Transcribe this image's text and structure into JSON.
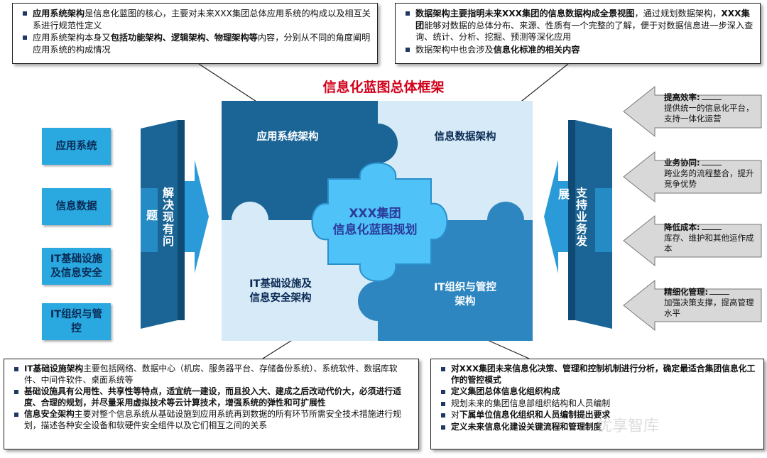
{
  "title": "信息化蓝图总体框架",
  "box_top_left": {
    "items": [
      {
        "bold": "应用系统架构",
        "rest": "是信息化蓝图的核心，主要对未来XXX集团总体应用系统的构成以及相互关系进行规范性定义",
        "bold2": "",
        "rest2": ""
      },
      {
        "bold": "",
        "rest": "应用系统架构本身又",
        "bold2": "包括功能架构、逻辑架构、物理架构等",
        "rest2": "内容，分别从不同的角度阐明应用系统的构成情况"
      }
    ]
  },
  "box_top_right": {
    "items": [
      {
        "b1": "数据架构主要指明未来XXX集团的信息数据构成全景视图",
        "t1": "，通过规划数据架构，",
        "b2": "XXX集团",
        "t2": "能够对数据的总体分布、来源、性质有一个完整的了解，便于对数据信息进一步深入查询、统计、分析、挖掘、预测等深化应用"
      },
      {
        "b1": "",
        "t1": "数据架构中也会涉及",
        "b2": "信息化标准的相关内容",
        "t2": ""
      }
    ]
  },
  "box_bottom_left": {
    "items": [
      {
        "b1": "IT基础设施架构",
        "t1": "主要包括网络、数据中心（机房、服务器平台、存储备份系统）、系统软件、数据库软件、中间件软件、桌面系统等",
        "b2": ""
      },
      {
        "b1": "基础设施具有公用性、共享性等特点，适宜统一建设，而且投入大、建成之后改动代价大，必须进行适度、合理的规划，并尽量采用虚拟技术等云计算技术，增强系统的弹性和可扩展性",
        "t1": "",
        "b2": ""
      },
      {
        "b1": "信息安全架构",
        "t1": "主要对整个信息系统从基础设施到应用系统再到数据的所有环节所需安全技术措施进行规划，描述各种安全设备和软硬件安全组件以及它们相互之间的关系",
        "b2": ""
      }
    ]
  },
  "box_bottom_right": {
    "items": [
      {
        "b1": "对XXX集团未来信息化决策、管理和控制机制进行分析，确定最适合集团信息化工作的管控模式",
        "t1": ""
      },
      {
        "b1": "定义集团总体信息化组织构成",
        "t1": ""
      },
      {
        "b1": "",
        "t1": "规划未来的集团信息部组织结构和人员编制"
      },
      {
        "b1": "",
        "t1": "对",
        "b2": "下属单位信息化组织和人员编制提出要求"
      },
      {
        "b1": "定义未来信息化建设关键流程和管理制度",
        "t1": ""
      }
    ]
  },
  "left_buttons": [
    "应用系统",
    "信息数据",
    "IT基础设施\n及信息安全",
    "IT组织与管\n控"
  ],
  "left_arrow_text": {
    "main": "解决现有问",
    "side": "题"
  },
  "right_arrow_text": {
    "main": "支持业务发",
    "side": "展"
  },
  "puzzle": {
    "tl": "应用系统架构",
    "tr": "信息数据架构",
    "bl": "IT基础设施及\n信息安全架构",
    "br": "IT组织与管控\n架构",
    "center": "XXX集团\n信息化蓝图规划"
  },
  "right_items": [
    {
      "head": "提高效率:",
      "body": "提供统一的信息化平台，支持一体化运营"
    },
    {
      "head": "业务协同:",
      "body": "跨业务的流程整合，提升竞争优势"
    },
    {
      "head": "降低成本:",
      "body": "库存、维护和其他运作成本"
    },
    {
      "head": "精细化管理:",
      "body": "加强决策支撑，提高管理水平"
    }
  ],
  "colors": {
    "dark": "#1a6596",
    "mid": "#2e86c1",
    "light": "#cfe6f5",
    "center": "#4fc3f7",
    "accent": "#d0021b",
    "button": "#29a9e0"
  },
  "watermark": "优享智库"
}
